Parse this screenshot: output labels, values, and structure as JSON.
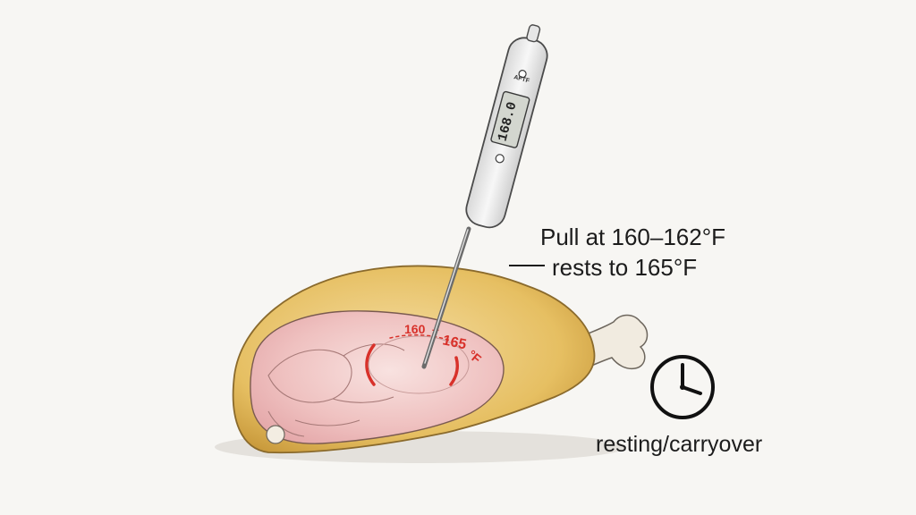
{
  "thermometer": {
    "display_reading": "168.0",
    "brand_text": "AFTF"
  },
  "target_band": {
    "low": "160",
    "separator": "–",
    "high": "165",
    "unit": "°F"
  },
  "note": {
    "line1": "Pull at 160–162°F",
    "line2": "rests to 165°F"
  },
  "clock": {
    "icon": "clock-icon",
    "caption": "resting/carryover"
  },
  "colors": {
    "accent_red": "#d8312a",
    "ink": "#1c1c1c",
    "skin": "#e8c46a",
    "meat": "#efbcbc"
  }
}
